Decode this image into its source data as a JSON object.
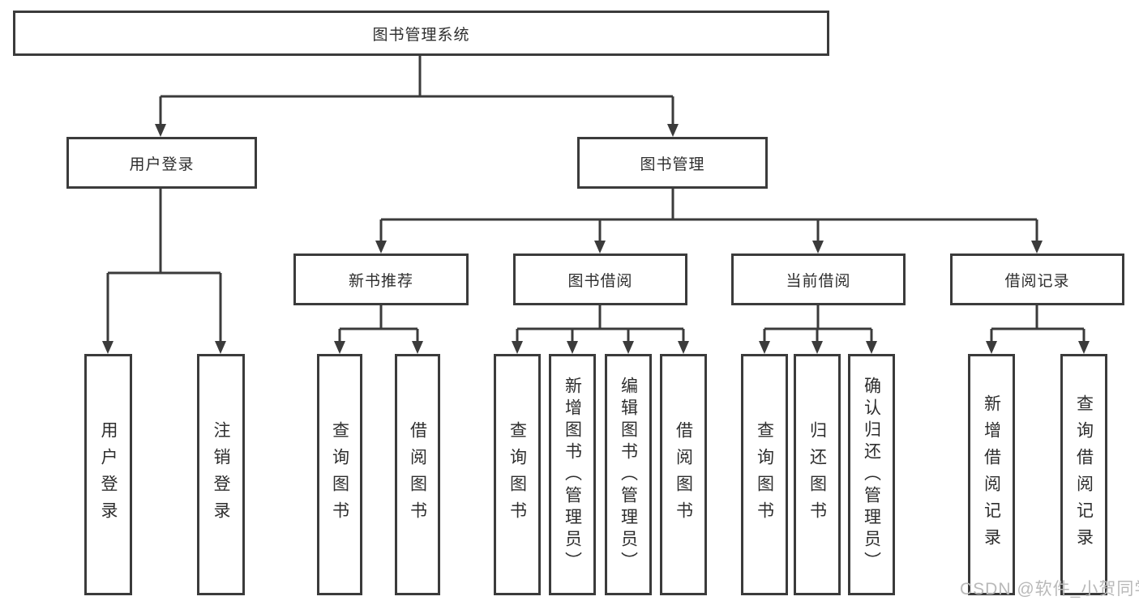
{
  "diagram": {
    "root_label": "图书管理系统",
    "login_branch": {
      "label": "用户登录",
      "children": [
        {
          "label": "用户登录"
        },
        {
          "label": "注销登录"
        }
      ]
    },
    "management_branch": {
      "label": "图书管理",
      "sections": [
        {
          "label": "新书推荐",
          "children": [
            {
              "label": "查询图书"
            },
            {
              "label": "借阅图书"
            }
          ]
        },
        {
          "label": "图书借阅",
          "children": [
            {
              "label": "查询图书"
            },
            {
              "label": "新增图书（管理员）"
            },
            {
              "label": "编辑图书（管理员）"
            },
            {
              "label": "借阅图书"
            }
          ]
        },
        {
          "label": "当前借阅",
          "children": [
            {
              "label": "查询图书"
            },
            {
              "label": "归还图书"
            },
            {
              "label": "确认归还（管理员）"
            }
          ]
        },
        {
          "label": "借阅记录",
          "children": [
            {
              "label": "新增借阅记录"
            },
            {
              "label": "查询借阅记录"
            }
          ]
        }
      ]
    },
    "watermark": "CSDN @软件_小贺同学",
    "colors": {
      "line": "#3b3b3b",
      "text": "#2e2e2e",
      "watermark": "#b9b9b9",
      "background": "#ffffff"
    }
  }
}
